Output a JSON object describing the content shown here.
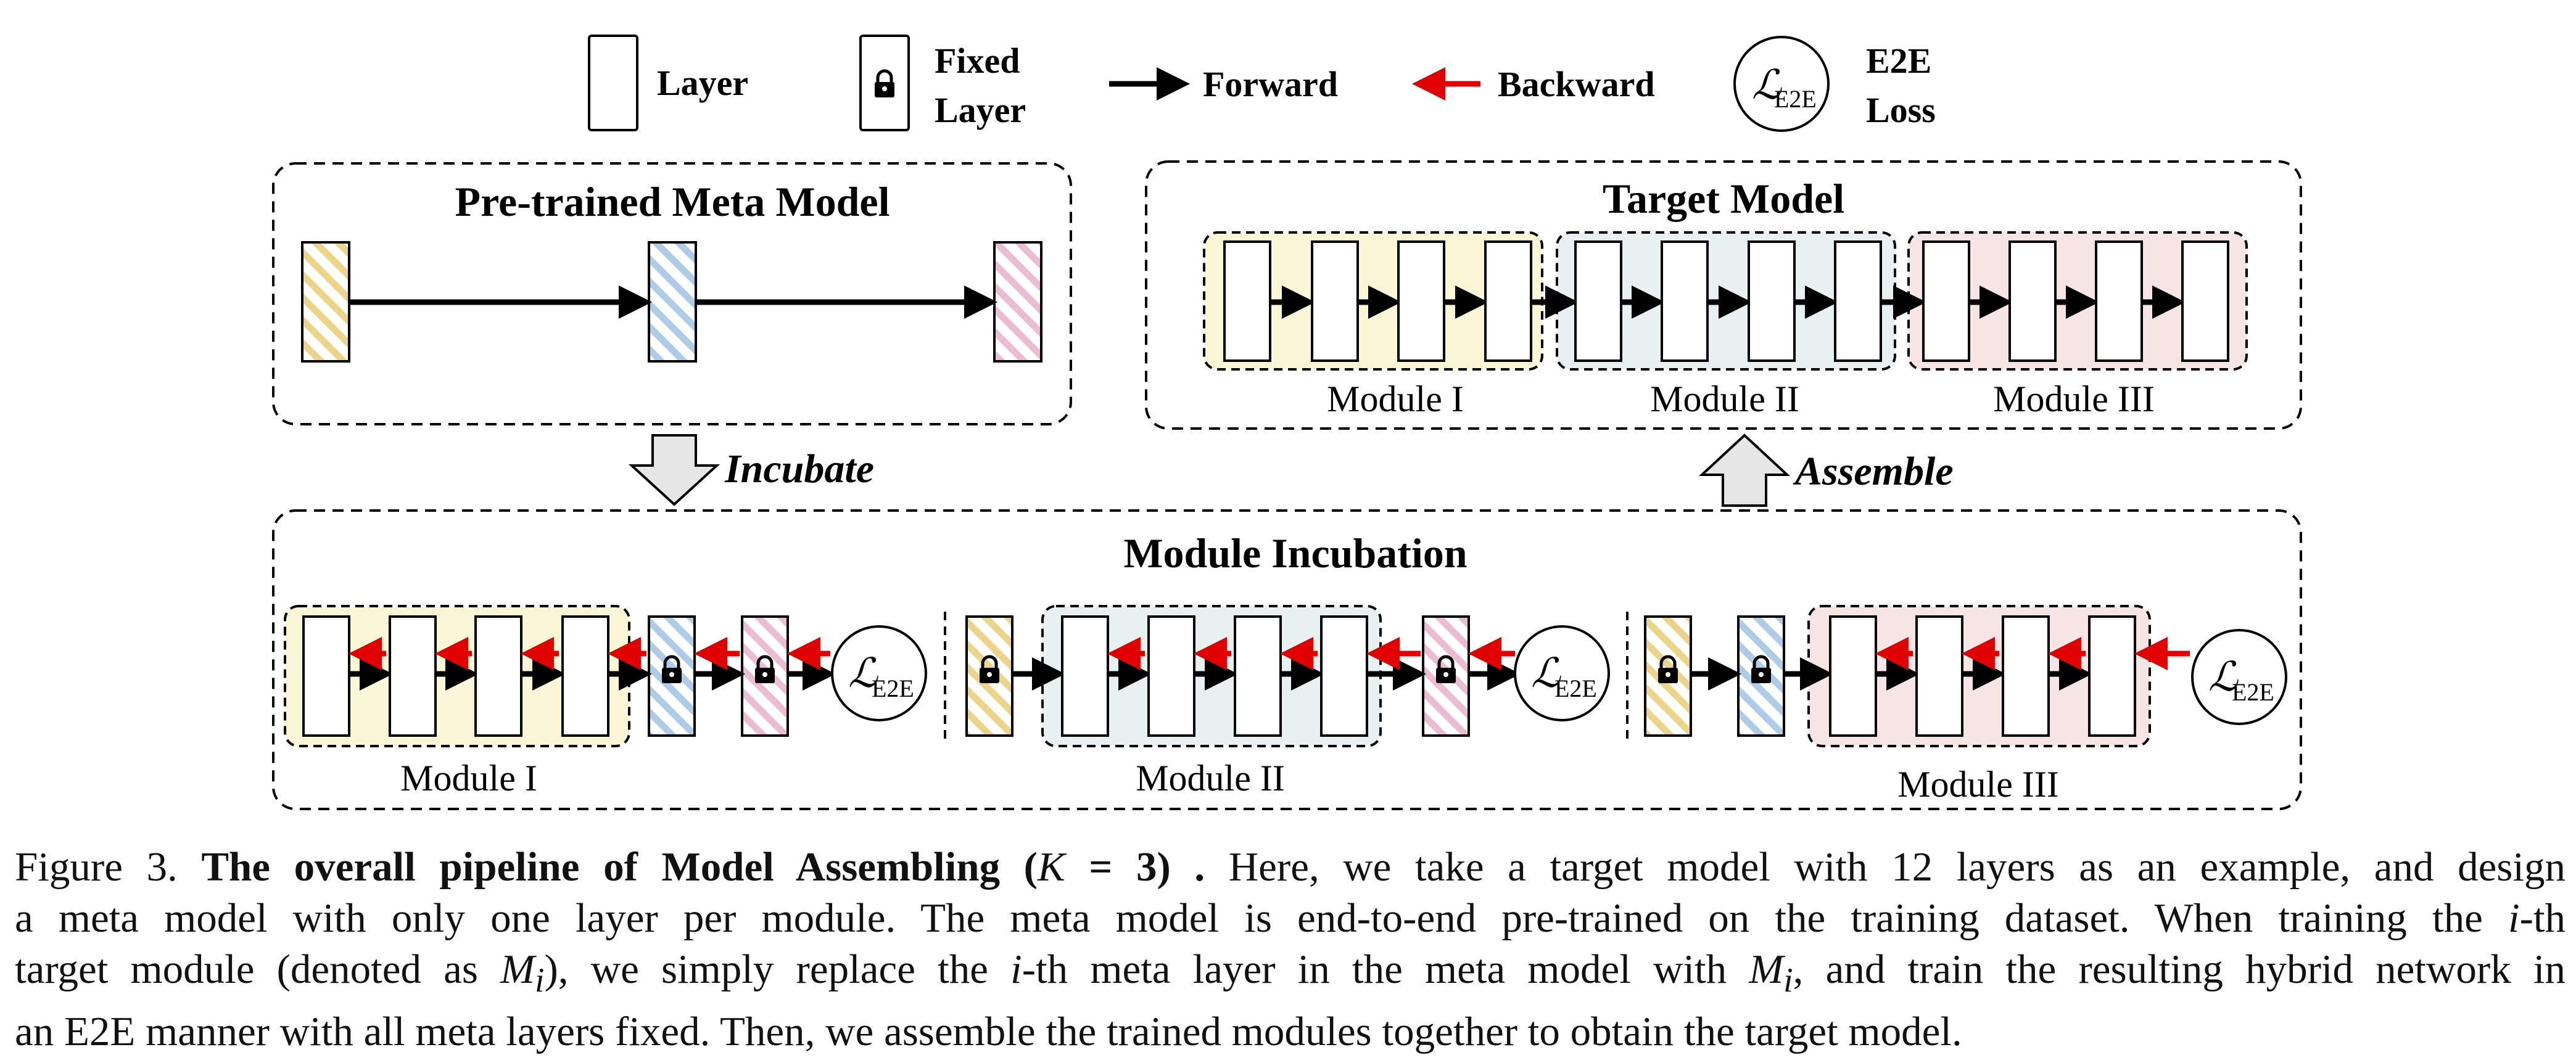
{
  "legend": {
    "layer": "Layer",
    "fixed_layer_line1": "Fixed",
    "fixed_layer_line2": "Layer",
    "forward": "Forward",
    "backward": "Backward",
    "loss_symbol": "ℒ",
    "loss_subscript": "E2E",
    "loss_line1": "E2E",
    "loss_line2": "Loss"
  },
  "panels": {
    "pretrained_title": "Pre-trained Meta Model",
    "target_title": "Target Model",
    "incubation_title": "Module Incubation"
  },
  "transitions": {
    "incubate": "Incubate",
    "assemble": "Assemble"
  },
  "modules": {
    "m1": "Module I",
    "m2": "Module II",
    "m3": "Module III"
  },
  "colors": {
    "module1_fill": "#fbf6d6",
    "module2_fill": "#e8f1f0",
    "module3_fill": "#f7e5e5",
    "meta1_stripe": "#ecd489",
    "meta2_stripe": "#aecbe8",
    "meta3_stripe": "#ecbcd2",
    "backward_arrow": "#e00000",
    "forward_arrow": "#000000"
  },
  "caption": {
    "fig_label": "Figure 3.",
    "title_bold": "The overall pipeline of Model Assembling (",
    "title_k": "K",
    "title_eq": " = 3) .",
    "line1_rest": " Here, we take a target model with 12 layers as an example, and design",
    "line2": "a meta model with only one layer per module.  The meta model is end-to-end pre-trained on the training dataset.  When training the ",
    "line2_i": "i",
    "line2_end": "-th",
    "line3_a": "target module (denoted as ",
    "line3_m": "M",
    "line3_i": "i",
    "line3_b": "), we simply replace the ",
    "line3_i2": "i",
    "line3_c": "-th meta layer in the meta model with ",
    "line3_m2": "M",
    "line3_i3": "i",
    "line3_d": ", and train the resulting hybrid network in",
    "line4": "an E2E manner with all meta layers fixed.  Then, we assemble the trained modules together to obtain the target model."
  }
}
